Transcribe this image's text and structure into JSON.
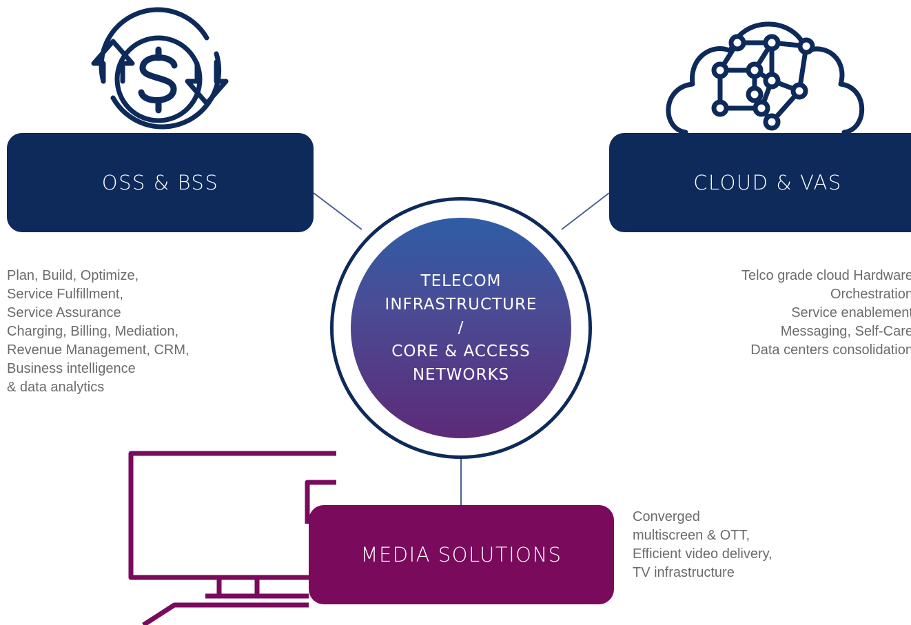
{
  "colors": {
    "navy": "#0d2a5a",
    "purple": "#7a0a5c",
    "text_gray": "#6b6b6b",
    "connector": "#4a5f8f"
  },
  "center": {
    "lines": [
      "TELECOM",
      "INFRASTRUCTURE",
      "/",
      "CORE & ACCESS",
      "NETWORKS"
    ]
  },
  "nodes": {
    "oss": {
      "label": "OSS & BSS",
      "icon": "dollar-cycle-icon",
      "description": "Plan, Build, Optimize,\nService Fulfillment,\nService Assurance\nCharging, Billing, Mediation,\nRevenue Management, CRM,\nBusiness intelligence\n& data analytics"
    },
    "cloud": {
      "label": "CLOUD & VAS",
      "icon": "cloud-network-icon",
      "description": "Telco grade cloud Hardware\nOrchestration\nService enablement\nMessaging, Self-Care\nData centers consolidation"
    },
    "media": {
      "label": "MEDIA SOLUTIONS",
      "icon": "monitor-icon",
      "description": "Converged\nmultiscreen & OTT,\nEfficient video delivery,\nTV infrastructure"
    }
  }
}
